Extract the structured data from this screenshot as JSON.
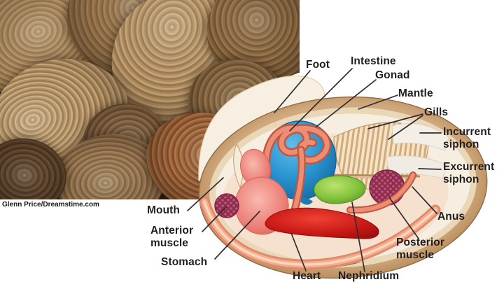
{
  "figure": {
    "credit": "Glenn Price/Dreamstime.com",
    "labels": {
      "foot": "Foot",
      "intestine": "Intestine",
      "gonad": "Gonad",
      "mantle": "Mantle",
      "gills": "Gills",
      "incurrent_siphon": "Incurrent\nsiphon",
      "excurrent_siphon": "Excurrent\nsiphon",
      "anus": "Anus",
      "posterior_muscle": "Posterior\nmuscle",
      "nephridium": "Nephridium",
      "heart": "Heart",
      "stomach": "Stomach",
      "anterior_muscle": "Anterior\nmuscle",
      "mouth": "Mouth"
    },
    "colors": {
      "label_text": "#231f20",
      "leader": "#312d2e",
      "credit": "#151515",
      "photo_bg": "#2f2114",
      "shell_rim": "#cea87c",
      "shell_rim_dark": "#a27548",
      "shell_inner": "#ead7b8",
      "body": "#f7eee2",
      "body_tint": "#f5dcc8",
      "foot": "#f7f0e2",
      "foot_edge": "#e3cfae",
      "gonad": "#2793cf",
      "intestine": "#ec8e76",
      "intestine_dark": "#c2563f",
      "stomach": "#ed837a",
      "heart": "#cb1a17",
      "nephridium": "#84c43d",
      "muscle": "#8e2c50",
      "muscle_dot": "#bb5878",
      "gill_bg": "#f3e4c6",
      "gill_stripe": "#d2a97a",
      "band_dark": "#e08a6c",
      "band_mid": "#f4ad90",
      "band_light": "#fbd6ba",
      "hinge_brown": "#8b6241"
    }
  }
}
